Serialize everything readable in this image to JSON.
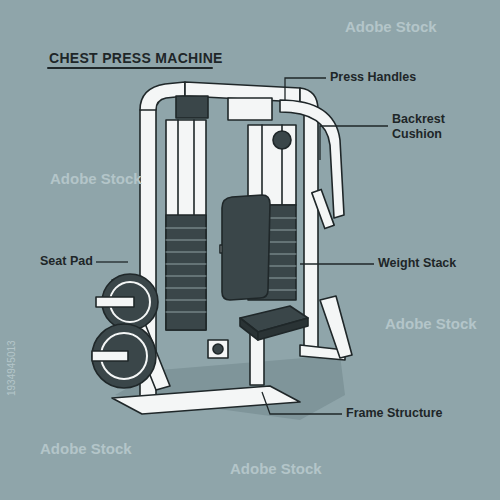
{
  "diagram": {
    "title": "CHEST PRESS MACHINE",
    "labels": [
      "Press Handles",
      "Backrest Cushion",
      "Seat Pad",
      "Weight Stack",
      "Frame Structure",
      "Adobe Stock",
      "Adobe Stock",
      "Adobe Stock",
      "Adobe Stock",
      "Adobe Stock",
      "1934945013"
    ]
  }
}
